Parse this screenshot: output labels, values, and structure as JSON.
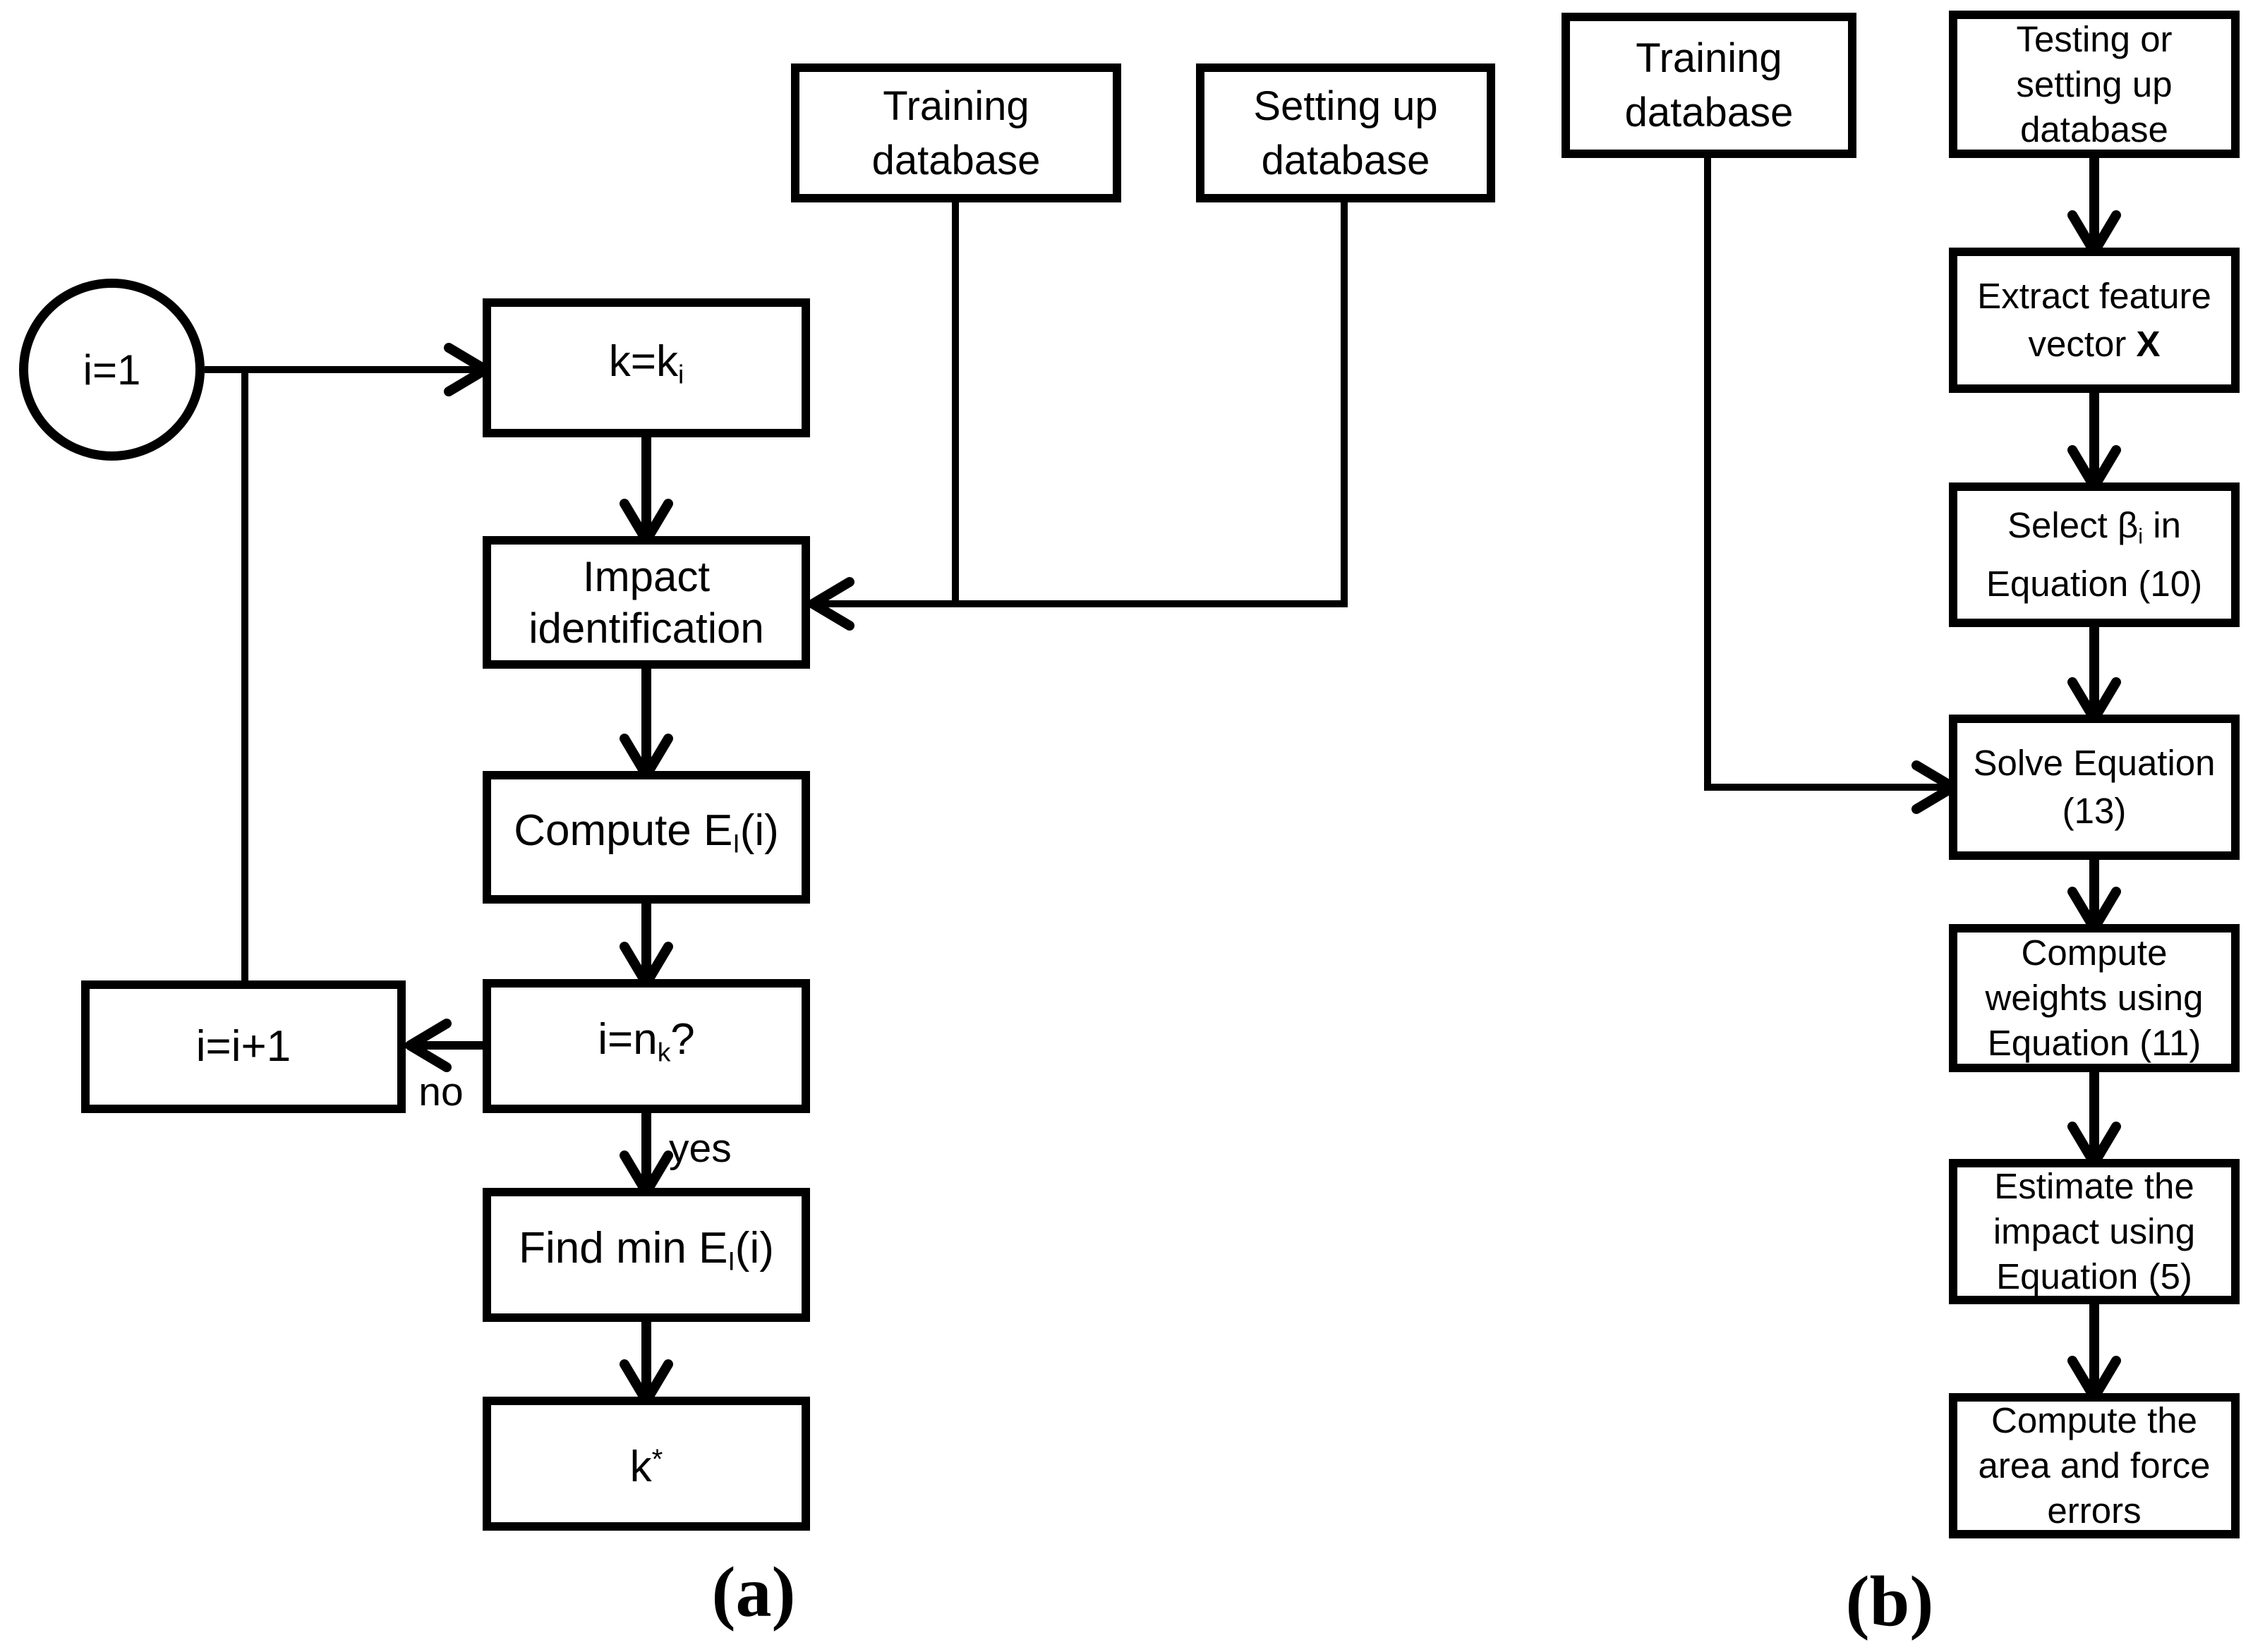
{
  "colors": {
    "stroke": "#000000",
    "background": "#ffffff"
  },
  "panel_a": {
    "caption": "(a)",
    "start_label": "i=1",
    "edge_labels": {
      "no": "no",
      "yes": "yes"
    },
    "nodes": {
      "training_db": {
        "lines": [
          "Training",
          "database"
        ]
      },
      "setting_db": {
        "lines": [
          "Setting up",
          "database"
        ]
      },
      "k_assign": {
        "lines": [
          [
            {
              "t": "k=k"
            },
            {
              "t": "i",
              "s": "sub"
            }
          ]
        ]
      },
      "impact_identification": {
        "lines": [
          "Impact",
          "identification"
        ]
      },
      "compute_error": {
        "lines": [
          [
            {
              "t": "Compute E"
            },
            {
              "t": "I",
              "s": "sub"
            },
            {
              "t": "(i)"
            }
          ]
        ]
      },
      "loop_condition": {
        "lines": [
          [
            {
              "t": "i=n"
            },
            {
              "t": "k",
              "s": "sub"
            },
            {
              "t": "?"
            }
          ]
        ]
      },
      "increment": {
        "lines": [
          "i=i+1"
        ]
      },
      "find_min": {
        "lines": [
          [
            {
              "t": "Find min E"
            },
            {
              "t": "I",
              "s": "sub"
            },
            {
              "t": "(i)"
            }
          ]
        ]
      },
      "k_star": {
        "lines": [
          [
            {
              "t": "k"
            },
            {
              "t": "*",
              "s": "sup"
            }
          ]
        ]
      }
    }
  },
  "panel_b": {
    "caption": "(b)",
    "nodes": {
      "training_db": {
        "lines": [
          "Training",
          "database"
        ]
      },
      "testing_db": {
        "lines": [
          "Testing or",
          "setting up",
          "database"
        ]
      },
      "extract_feature": {
        "lines": [
          "Extract feature",
          [
            {
              "t": "vector "
            },
            {
              "t": "X",
              "s": "bold"
            }
          ]
        ]
      },
      "select_beta": {
        "lines": [
          [
            {
              "t": "Select β"
            },
            {
              "t": "i",
              "s": "sub"
            },
            {
              "t": " in"
            }
          ],
          "Equation (10)"
        ]
      },
      "solve_equation": {
        "lines": [
          "Solve Equation",
          "(13)"
        ]
      },
      "compute_weights": {
        "lines": [
          "Compute",
          "weights using",
          "Equation (11)"
        ]
      },
      "estimate_impact": {
        "lines": [
          "Estimate the",
          "impact using",
          "Equation (5)"
        ]
      },
      "compute_errors": {
        "lines": [
          "Compute the",
          "area and force",
          "errors"
        ]
      }
    }
  }
}
